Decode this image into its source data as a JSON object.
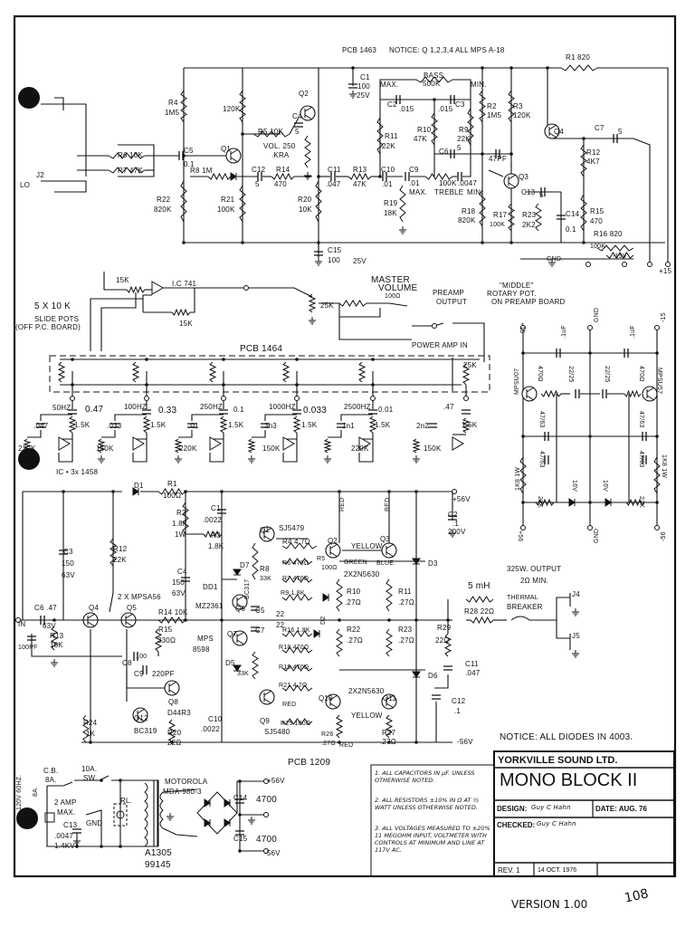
{
  "preamp": {
    "labels": [
      "PCB 1463",
      "NOTICE: Q 1,2,3,4 ALL MPS A-18",
      "R1 820",
      "R4",
      "1M5",
      "120K",
      "Q2",
      "C1",
      "100",
      "25V",
      "MAX.",
      "BASS",
      "500K",
      "MIN.",
      "C2",
      ".015",
      ".015",
      "C3",
      "R2",
      "1M5",
      "R3",
      "120K",
      "Q4",
      "C7",
      "5",
      "R5 10K",
      "C4",
      "5",
      "VOL. 250",
      ".KRA",
      "Q1",
      "C5",
      "0.1",
      "R6 10K",
      "R7 47K",
      "J2",
      "LO",
      "R8 1M",
      "C12",
      "5",
      "R14",
      "470",
      "C11",
      ".047",
      "R13",
      "47K",
      "C10",
      ".01",
      "C9",
      ".01",
      "100K",
      "MAX.",
      "TREBLE",
      "MIN.",
      ".0047",
      "R11",
      "22K",
      "R10",
      "47K",
      "R9",
      "22K",
      "C6",
      "5",
      "47PF",
      "Q3",
      "C13",
      "5",
      "R12",
      "4K7",
      "R22",
      "820K",
      "R21",
      "100K",
      "R20",
      "10K",
      "R19",
      "18K",
      "R18",
      "820K",
      "R17",
      "100K",
      "R23",
      "2K2",
      "C14",
      "0.1",
      "R15",
      "470",
      "R16 820",
      "100K",
      "-15V",
      "GND.",
      "C15",
      "100",
      "25V",
      "+15"
    ]
  },
  "equalizer": {
    "labels": [
      "15K",
      "I.C 741",
      "15K",
      "MASTER",
      "VOLUME",
      "100Ω",
      "25K",
      "PREAMP",
      "OUTPUT",
      "\"MIDDLE\"",
      "ROTARY POT.",
      "ON PREAMP BOARD",
      "5 X 10 K",
      "SLIDE POTS",
      "(OFF P.C. BOARD)",
      "POWER AMP IN",
      "PCB 1464",
      "25K",
      "50HZ",
      "0.47",
      "100HZ",
      "0.33",
      "250HZ",
      "0.1",
      "1000HZ",
      "0.033",
      "2500HZ",
      "0.01",
      ".47",
      "1.5K",
      "1.5K",
      "1.5K",
      "1.5K",
      "1.5K",
      "1.5K",
      ".047",
      ".033",
      ".01",
      "3n3",
      "1n1",
      "2n2",
      "220K",
      "150K",
      "220K",
      "150K",
      "220K",
      "150K",
      "IC • 3x 1458"
    ]
  },
  "rail_splitter": {
    "labels": [
      "+15",
      "GND",
      "-15",
      ".1uF",
      ".1uF",
      "MPSU07",
      "470Ω",
      "22/25",
      "22/25",
      "470Ω",
      "MPSU57",
      "47/63",
      "47/63",
      "47/63",
      "47/63",
      "1K8 1W",
      "1K8 1W",
      "22K",
      "22K",
      "16V",
      "16V",
      "+56",
      "GND",
      "-56"
    ]
  },
  "power_amp": {
    "labels": [
      "D1",
      "R1",
      "100Ω",
      "C1",
      ".0022",
      "R2",
      "1.8K",
      "1W",
      "R3",
      "1.8K",
      "Q1",
      "SJ5479",
      "R4 4.7Ω",
      "Q2",
      "YELLOW",
      "Q3",
      "RED",
      "RED",
      "+56V",
      "C2",
      ".1",
      "200V",
      "R12",
      "22K",
      "C3",
      "150",
      "63V",
      "C4",
      "150",
      "63V",
      "D7",
      "DD1",
      "BC317",
      "MZ2361",
      "Q6",
      "R8",
      "33K",
      "R6 470Ω",
      "R5",
      "100Ω",
      "GREEN",
      "BLUE",
      "2X2N5630",
      "R7 470Ω",
      "R9 1.8K",
      "R10",
      ".27Ω",
      "R11",
      ".27Ω",
      "D3",
      "C5",
      "22",
      "2 X MPSA56",
      "Q4",
      "Q5",
      "R14 10K",
      "C6 .47",
      "IN",
      "63V",
      "R13",
      "10K",
      "100PF",
      "R15",
      "330Ω",
      "MPS",
      "8598",
      "C7",
      "22",
      "Q7",
      "R16 1.8K",
      "D2",
      "R18 470Ω",
      "R22",
      ".27Ω",
      "R23",
      ".27Ω",
      "D5",
      "33K",
      "C8",
      "100",
      "R19 470Ω",
      "C9",
      "220PF",
      "R21 4.7Ω",
      "Q8",
      "D44R3",
      "Q12",
      "BC319",
      "R20",
      "22Ω",
      "Q10",
      "RED",
      "YELLOW",
      "Q11",
      "2X2N5630",
      "Q9",
      "SJ5480",
      "R25 100Ω",
      "R24",
      "1K",
      "C10",
      ".0022",
      "R26",
      ".27Ω",
      "RED",
      "R27",
      ".27Ω",
      "D6",
      "5 mH",
      "THERMAL",
      "BREAKER",
      "R28 22Ω",
      "J4",
      "J5",
      "325W. OUTPUT",
      "2Ω MIN.",
      "R29",
      "22Ω",
      "C11",
      ".047",
      "C12",
      ".1",
      "-56V",
      "NOTICE: ALL DIODES IN 4003.",
      "PCB 1209"
    ]
  },
  "power_supply": {
    "labels": [
      "120V 60HZ.",
      "8A.",
      "C.B.",
      "8A.",
      "10A.",
      "SW.",
      "2 AMP",
      "MAX.",
      "RL.",
      "C13",
      "GND",
      ".0047",
      "1.4KV",
      "MOTOROLA",
      "MDA-980-3",
      "A1305",
      "99145",
      "+56V",
      "C14",
      "4700",
      "C15",
      "4700",
      "-56V"
    ]
  },
  "notes": [
    "1. ALL CAPACITORS IN µF. UNLESS OTHERWISE NOTED.",
    "2. ALL RESISTORS ±10% IN Ω AT ½ WATT UNLESS OTHERWISE NOTED.",
    "3. ALL VOLTAGES MEASURED TO ±20% 11 MEGOHM INPUT, VOLTMETER WITH CONTROLS AT MINIMUM AND LINE AT 117V AC."
  ],
  "title_block": {
    "company": "YORKVILLE SOUND LTD.",
    "title": "MONO BLOCK II",
    "design_label": "DESIGN:",
    "design_signature": "Guy C Hahn",
    "date": "DATE: AUG. 76",
    "checked_label": "CHECKED:",
    "checked_signature": "Guy C Hahn",
    "rev": "REV. 1",
    "rev_date": "14 OCT. 1976"
  },
  "footer": {
    "version": "VERSION 1.00",
    "page_number": "108"
  }
}
